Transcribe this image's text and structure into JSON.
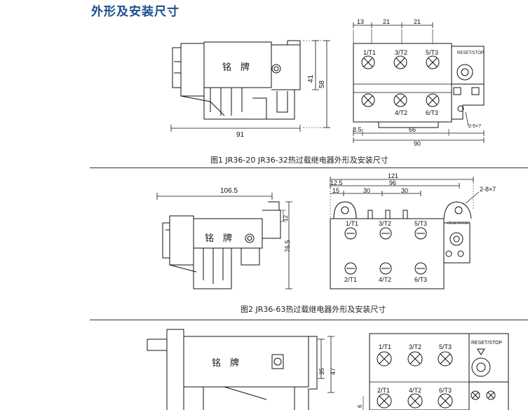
{
  "page_title": "外形及安装尺寸",
  "colors": {
    "title": "#1d4e8f",
    "line": "#111111"
  },
  "nameplate": {
    "char1": "铭",
    "char2": "牌"
  },
  "reset_label": "RESET/STOP",
  "terminals_top": [
    "1/T1",
    "3/T2",
    "5/T3"
  ],
  "terminals_bottom": [
    "2/T1",
    "4/T2",
    "6/T3"
  ],
  "fig1": {
    "caption": "图1 JR36-20 JR36-32热过载继电器外形及安装尺寸",
    "dims": {
      "d13": "13",
      "d21a": "21",
      "d21b": "21",
      "d41": "41",
      "d58": "58",
      "d91": "91",
      "d8_5": "8.5",
      "d66": "66",
      "d90": "90",
      "hole": "2-5×7"
    }
  },
  "fig2": {
    "caption": "图2 JR36-63热过载继电器外形及安装尺寸",
    "dims": {
      "d106_5": "106.5",
      "d121": "121",
      "d12_5": "12.5",
      "d96": "96",
      "d15": "15",
      "d30a": "30",
      "d30b": "30",
      "hole": "2-8×7",
      "d12": "12",
      "d76_5": "76.5"
    }
  },
  "fig3": {
    "dims": {
      "d35": "35",
      "d47": "47",
      "d6": "6"
    }
  }
}
